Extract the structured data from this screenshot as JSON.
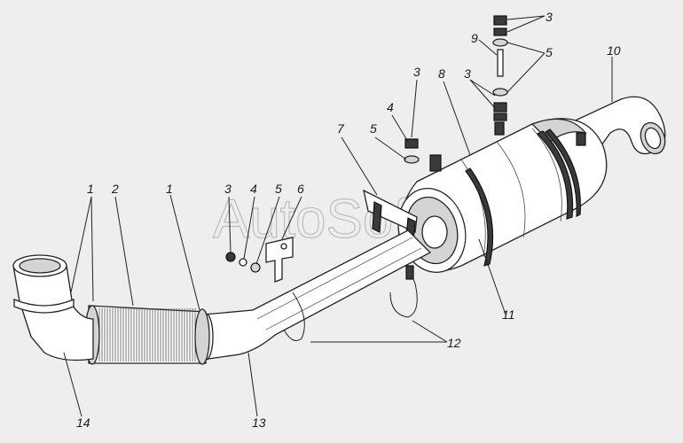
{
  "watermark": "AutoSoft",
  "callouts": [
    {
      "id": "c1a",
      "text": "1"
    },
    {
      "id": "c2",
      "text": "2"
    },
    {
      "id": "c1b",
      "text": "1"
    },
    {
      "id": "c3a",
      "text": "3"
    },
    {
      "id": "c4a",
      "text": "4"
    },
    {
      "id": "c5a",
      "text": "5"
    },
    {
      "id": "c6",
      "text": "6"
    },
    {
      "id": "c7",
      "text": "7"
    },
    {
      "id": "c5b",
      "text": "5"
    },
    {
      "id": "c4b",
      "text": "4"
    },
    {
      "id": "c3b",
      "text": "3"
    },
    {
      "id": "c8",
      "text": "8"
    },
    {
      "id": "c3c",
      "text": "3"
    },
    {
      "id": "c9",
      "text": "9"
    },
    {
      "id": "c3d",
      "text": "3"
    },
    {
      "id": "c5c",
      "text": "5"
    },
    {
      "id": "c10",
      "text": "10"
    },
    {
      "id": "c11",
      "text": "11"
    },
    {
      "id": "c12",
      "text": "12"
    },
    {
      "id": "c13",
      "text": "13"
    },
    {
      "id": "c14",
      "text": "14"
    }
  ]
}
